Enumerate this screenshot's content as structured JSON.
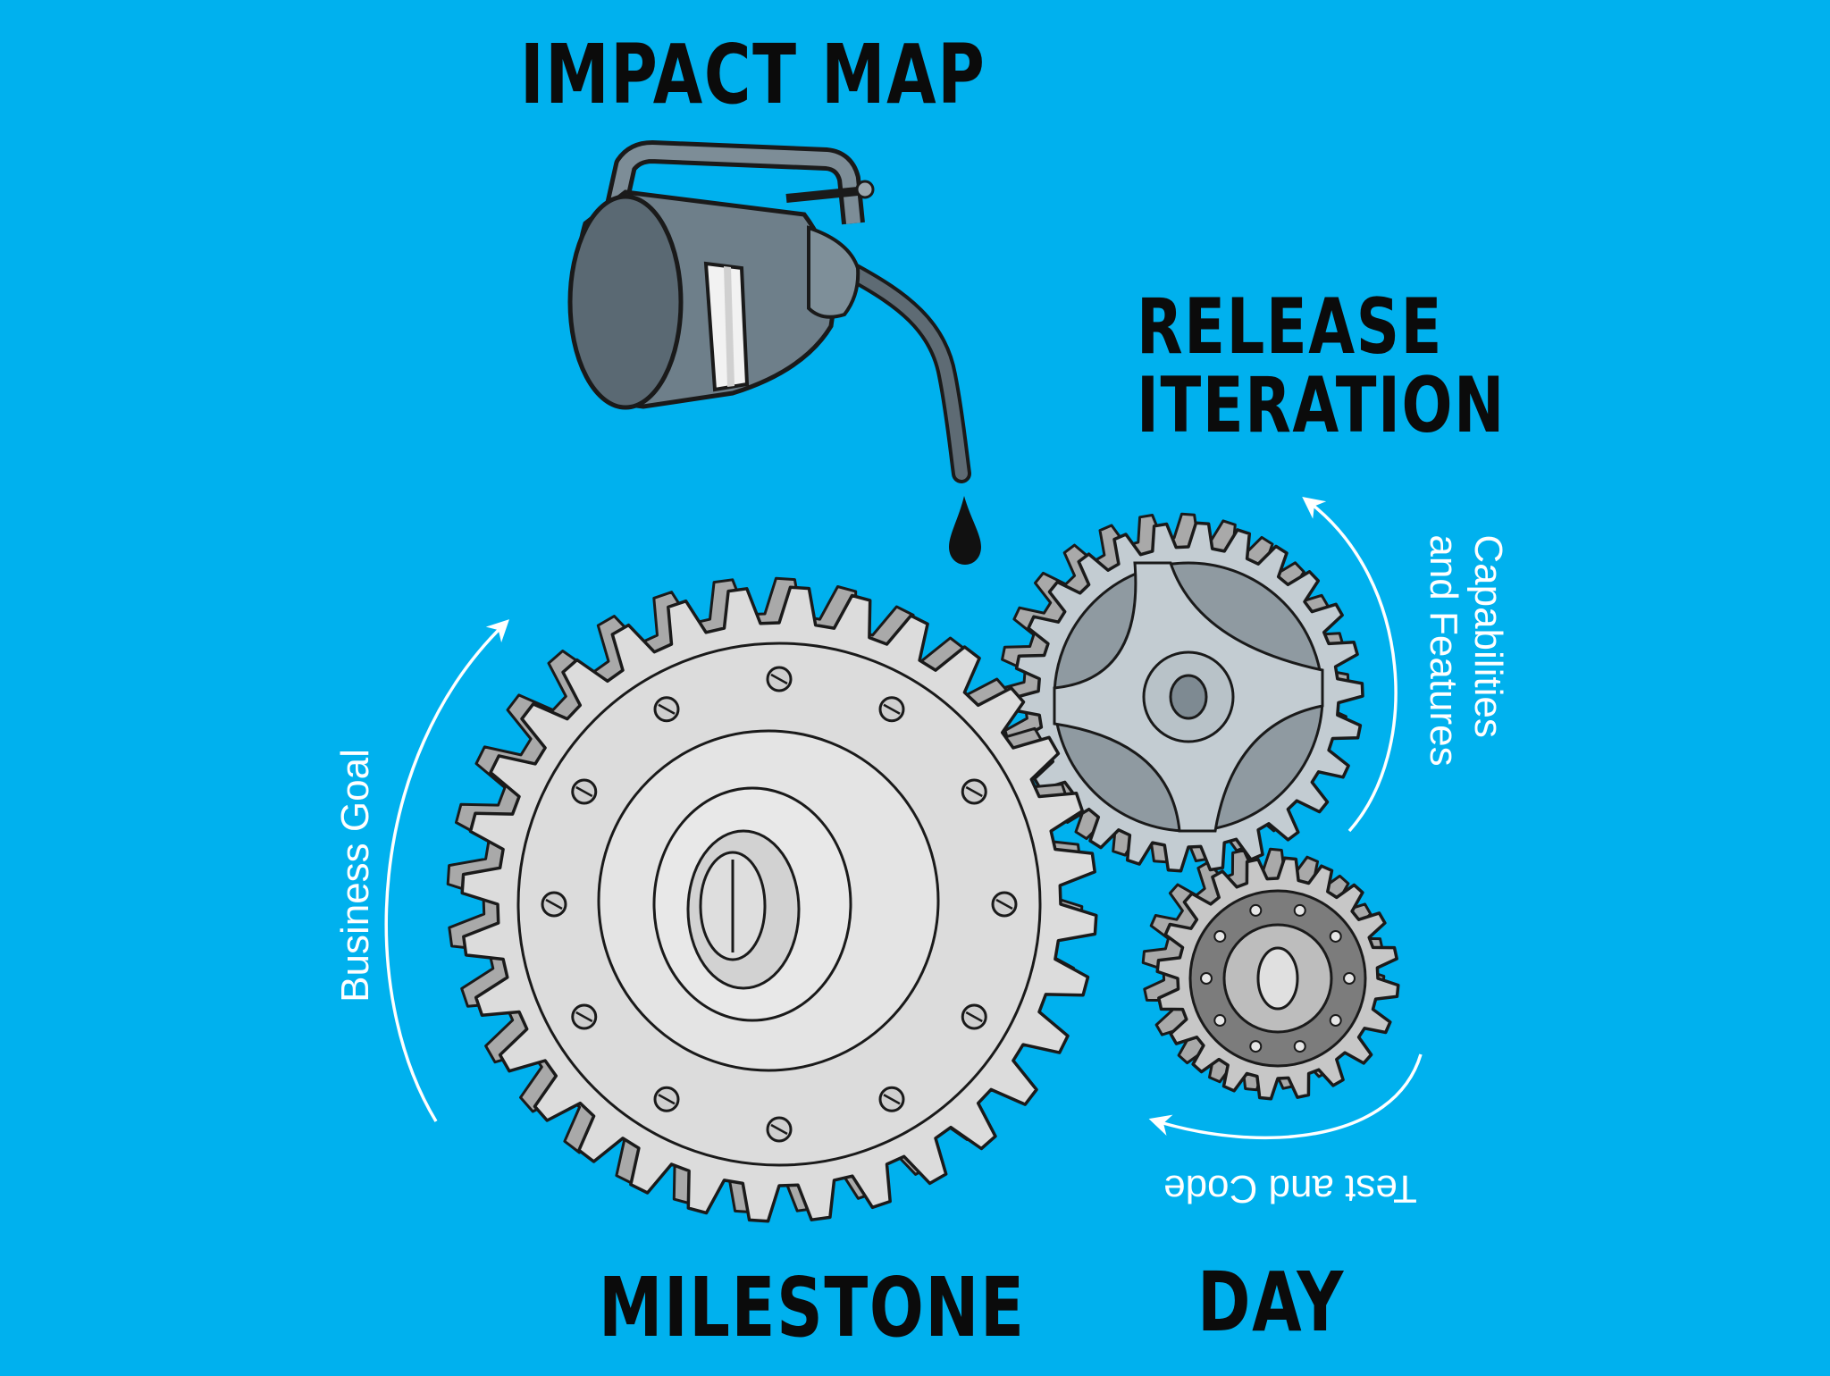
{
  "titles": {
    "impact_map": "IMPACT MAP",
    "release_line1": "RELEASE",
    "release_line2": "ITERATION",
    "milestone": "MILESTONE",
    "day": "DAY"
  },
  "flow_labels": {
    "business_goal": "Business Goal",
    "capabilities_line1": "Capabilities",
    "capabilities_line2": "and Features",
    "test_and_code": "Test and Code"
  },
  "colors": {
    "background": "#00b1ee",
    "gear_fill": "#dcdcdc",
    "gear_tooth_side": "#a9a9a9",
    "release_gear_fill": "#c3ccd2",
    "day_gear_fill": "#c7c7c7",
    "oilcan_body": "#6e7f8a",
    "ink": "#1a1a1a",
    "arrow": "#ffffff"
  },
  "icons": {
    "oil_can": "oil-can-icon",
    "oil_drop": "oil-drop-icon",
    "milestone_gear": "large-gear-icon",
    "release_gear": "medium-gear-icon",
    "day_gear": "small-gear-icon"
  }
}
